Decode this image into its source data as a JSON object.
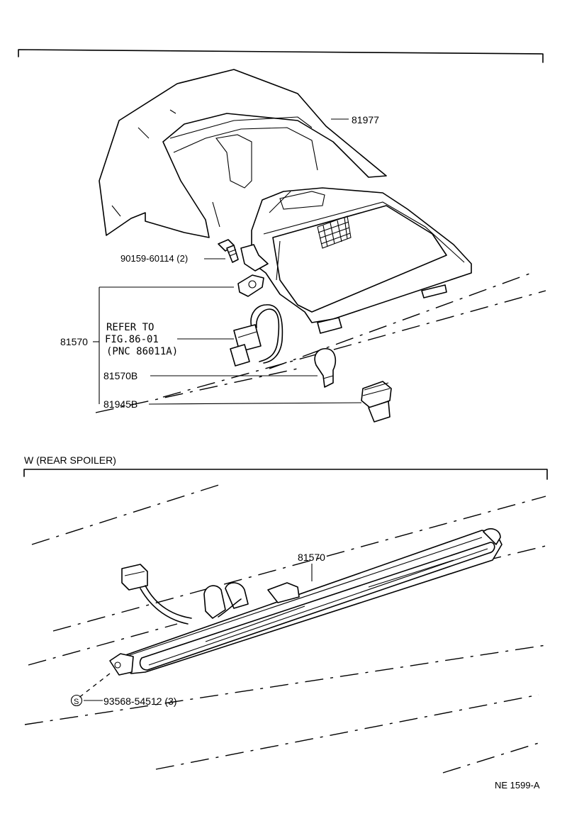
{
  "upper": {
    "parts": {
      "cover": "81977",
      "bolt": "90159-60114 (2)",
      "lamp_assy": "81570",
      "refer_line1": "REFER TO",
      "refer_line2": "FIG.86-01",
      "refer_line3": "(PNC 86011A)",
      "bulb": "81570B",
      "socket": "81945B"
    }
  },
  "lower": {
    "section_title": "W (REAR SPOILER)",
    "parts": {
      "lamp_assy": "81570",
      "screw_symbol": "S",
      "screw": "93568-54512 (3)"
    }
  },
  "figure_code": "NE 1599-A"
}
